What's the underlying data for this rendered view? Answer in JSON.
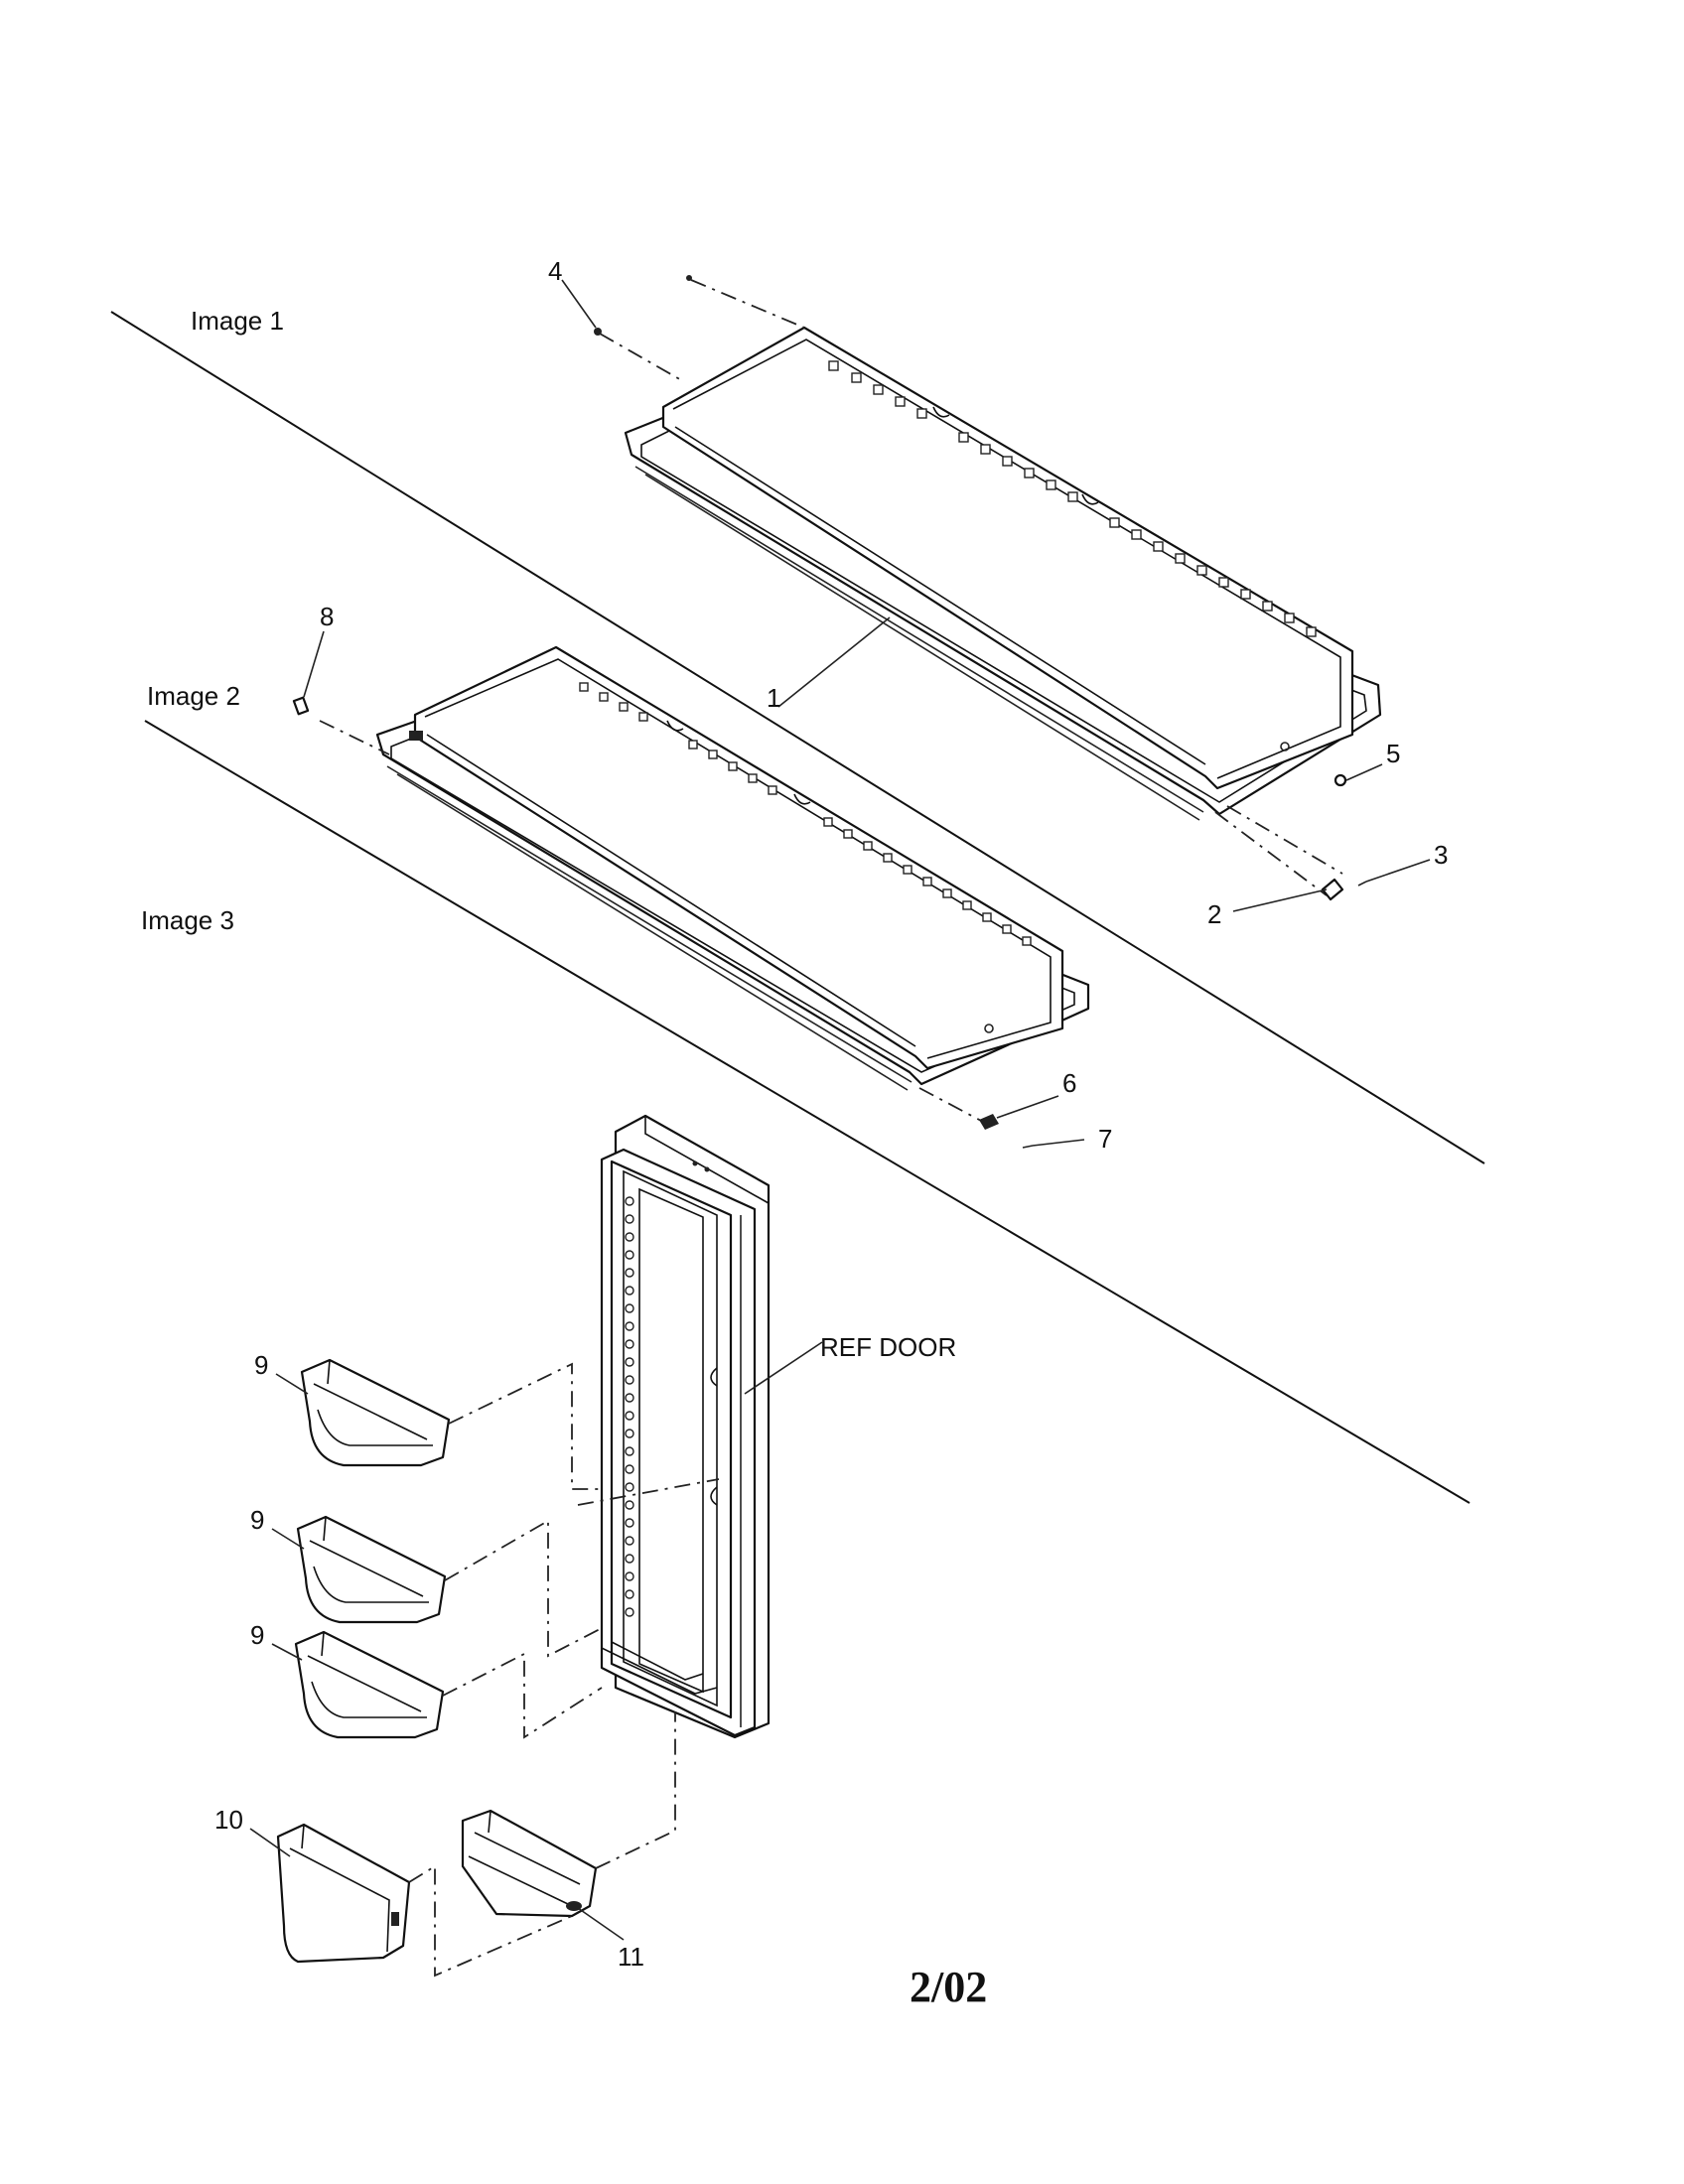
{
  "section_labels": {
    "image1": "Image 1",
    "image2": "Image 2",
    "image3": "Image 3"
  },
  "callouts": {
    "c1": "1",
    "c2": "2",
    "c3": "3",
    "c4": "4",
    "c5": "5",
    "c6": "6",
    "c7": "7",
    "c8": "8",
    "c9a": "9",
    "c9b": "9",
    "c9c": "9",
    "c10": "10",
    "c11": "11"
  },
  "ref_door": "REF DOOR",
  "page_date": "2/02"
}
